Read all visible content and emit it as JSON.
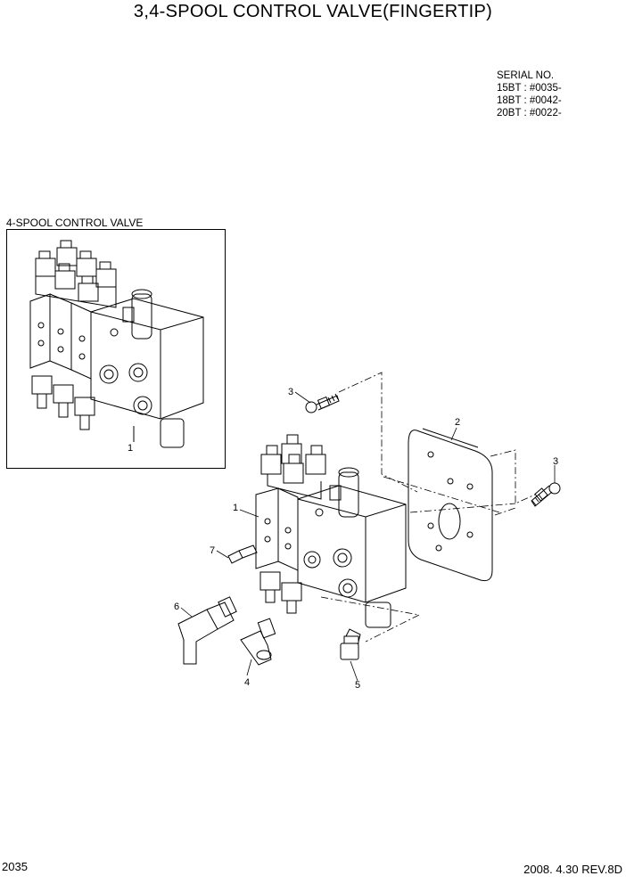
{
  "title": "3,4-SPOOL CONTROL VALVE(FINGERTIP)",
  "serial": {
    "heading": "SERIAL NO.",
    "lines": [
      "15BT : #0035-",
      "18BT : #0042-",
      "20BT : #0022-"
    ]
  },
  "inset": {
    "label": "4-SPOOL CONTROL VALVE",
    "callout": "1"
  },
  "callouts": {
    "c1": "1",
    "c2": "2",
    "c3a": "3",
    "c3b": "3",
    "c4": "4",
    "c5": "5",
    "c6": "6",
    "c7": "7"
  },
  "footer": {
    "page": "2035",
    "date_rev": "2008. 4.30  REV.8D"
  }
}
